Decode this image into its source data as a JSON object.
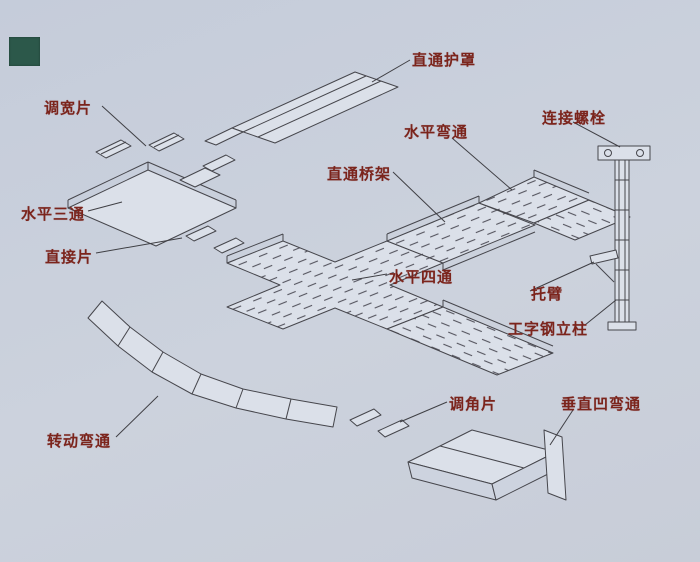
{
  "page": {
    "background_top": "#c5ccda",
    "background_bottom": "#c8cdd8",
    "corner_square_color": "#2c584a",
    "line_color": "#46464c",
    "label_color": "#7b241c",
    "piece_fill": "#dbe0e9"
  },
  "diagram": {
    "type": "isometric-assembly-diagram",
    "subject": "cable-tray-system",
    "labels": [
      {
        "text": "直通护罩"
      },
      {
        "text": "调宽片"
      },
      {
        "text": "水平弯通"
      },
      {
        "text": "连接螺栓"
      },
      {
        "text": "直通桥架"
      },
      {
        "text": "水平三通"
      },
      {
        "text": "直接片"
      },
      {
        "text": "水平四通"
      },
      {
        "text": "托臂"
      },
      {
        "text": "工字钢立柱"
      },
      {
        "text": "调角片"
      },
      {
        "text": "垂直凹弯通"
      },
      {
        "text": "转动弯通"
      }
    ]
  }
}
